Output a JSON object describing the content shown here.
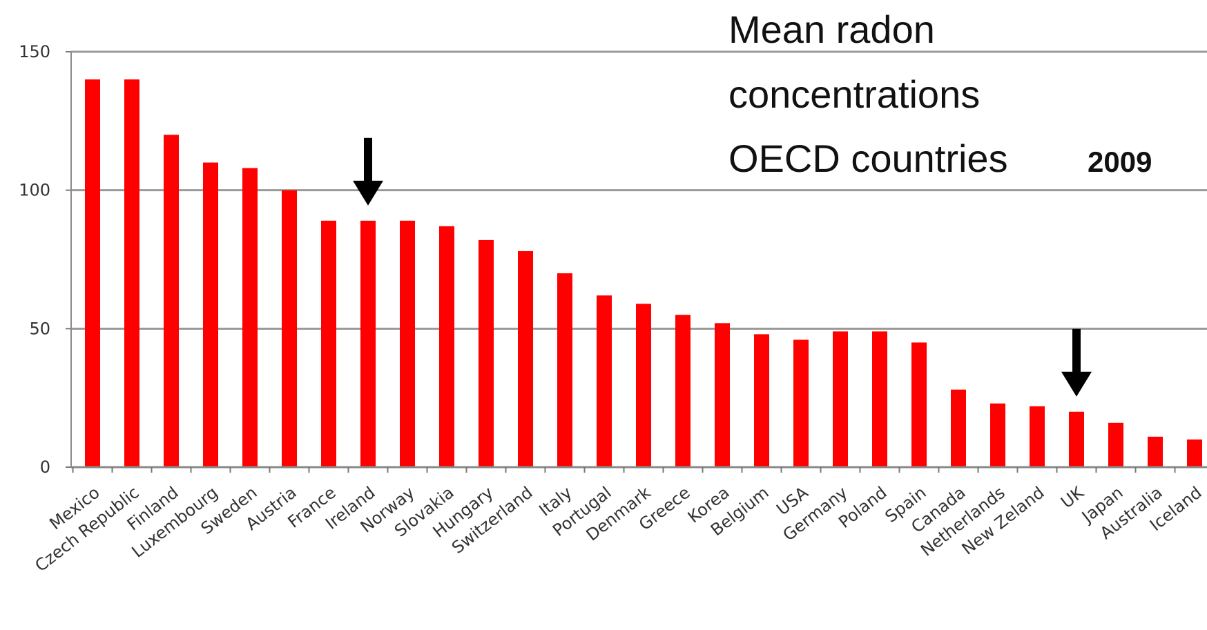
{
  "chart_data": {
    "type": "bar",
    "title_lines": [
      "Mean radon",
      "concentrations",
      "OECD countries"
    ],
    "year_label": "2009",
    "categories": [
      "Mexico",
      "Czech Republic",
      "Finland",
      "Luxembourg",
      "Sweden",
      "Austria",
      "France",
      "Ireland",
      "Norway",
      "Slovakia",
      "Hungary",
      "Switzerland",
      "Italy",
      "Portugal",
      "Denmark",
      "Greece",
      "Korea",
      "Belgium",
      "USA",
      "Germany",
      "Poland",
      "Spain",
      "Canada",
      "Netherlands",
      "New Zeland",
      "UK",
      "Japan",
      "Australia",
      "Iceland"
    ],
    "values": [
      140,
      140,
      120,
      110,
      108,
      100,
      89,
      89,
      89,
      87,
      82,
      78,
      70,
      62,
      59,
      55,
      52,
      48,
      46,
      49,
      49,
      45,
      28,
      23,
      22,
      20,
      16,
      11,
      10
    ],
    "ylim": [
      0,
      150
    ],
    "yticks": [
      0,
      50,
      100,
      150
    ],
    "grid": true,
    "bar_color": "#ff0000",
    "arrow_markers": [
      "Ireland",
      "UK"
    ],
    "xlabel": "",
    "ylabel": ""
  }
}
